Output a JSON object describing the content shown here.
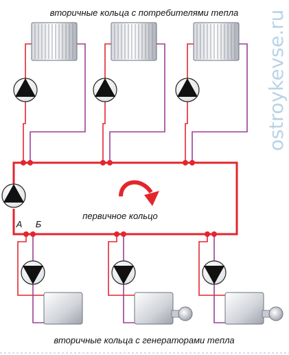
{
  "diagram": {
    "top_caption": "вторичные кольца с потребителями тепла",
    "bottom_caption": "вторичные кольца с генераторами тепла",
    "primary_ring_label": "первичное кольцо",
    "point_a": "А",
    "point_b": "Б",
    "watermark": "ostroykevse.ru"
  },
  "colors": {
    "supply": "#e3262e",
    "return": "#9b3f96",
    "pump_outline": "#222222",
    "watermark": "#b9d3e6"
  },
  "icons": {
    "pump": "pump-icon",
    "radiator": "radiator-icon",
    "boiler": "boiler-icon",
    "flow_direction": "curved-arrow-icon"
  }
}
